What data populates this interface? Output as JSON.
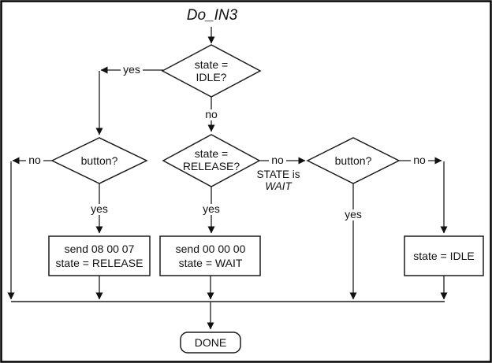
{
  "title": "Do_IN3",
  "nodes": {
    "idle_check": {
      "line1": "state =",
      "line2": "IDLE?"
    },
    "button_left": {
      "label": "button?"
    },
    "release_check": {
      "line1": "state =",
      "line2": "RELEASE?"
    },
    "button_right": {
      "label": "button?"
    },
    "send_release": {
      "line1": "send 08 00 07",
      "line2": "state = RELEASE"
    },
    "send_wait": {
      "line1": "send 00 00 00",
      "line2": "state = WAIT"
    },
    "set_idle": {
      "label": "state = IDLE"
    },
    "done": {
      "label": "DONE"
    }
  },
  "edge_labels": {
    "idle_yes": "yes",
    "idle_no": "no",
    "button_left_no": "no",
    "button_left_yes": "yes",
    "release_yes": "yes",
    "release_no": "no",
    "button_right_yes": "yes",
    "button_right_no": "no"
  },
  "annotation": {
    "line1": "STATE is",
    "line2": "WAIT"
  },
  "colors": {
    "background": "#ffffff",
    "border": "#000000",
    "line": "#1c1c1c",
    "text": "#111111"
  }
}
